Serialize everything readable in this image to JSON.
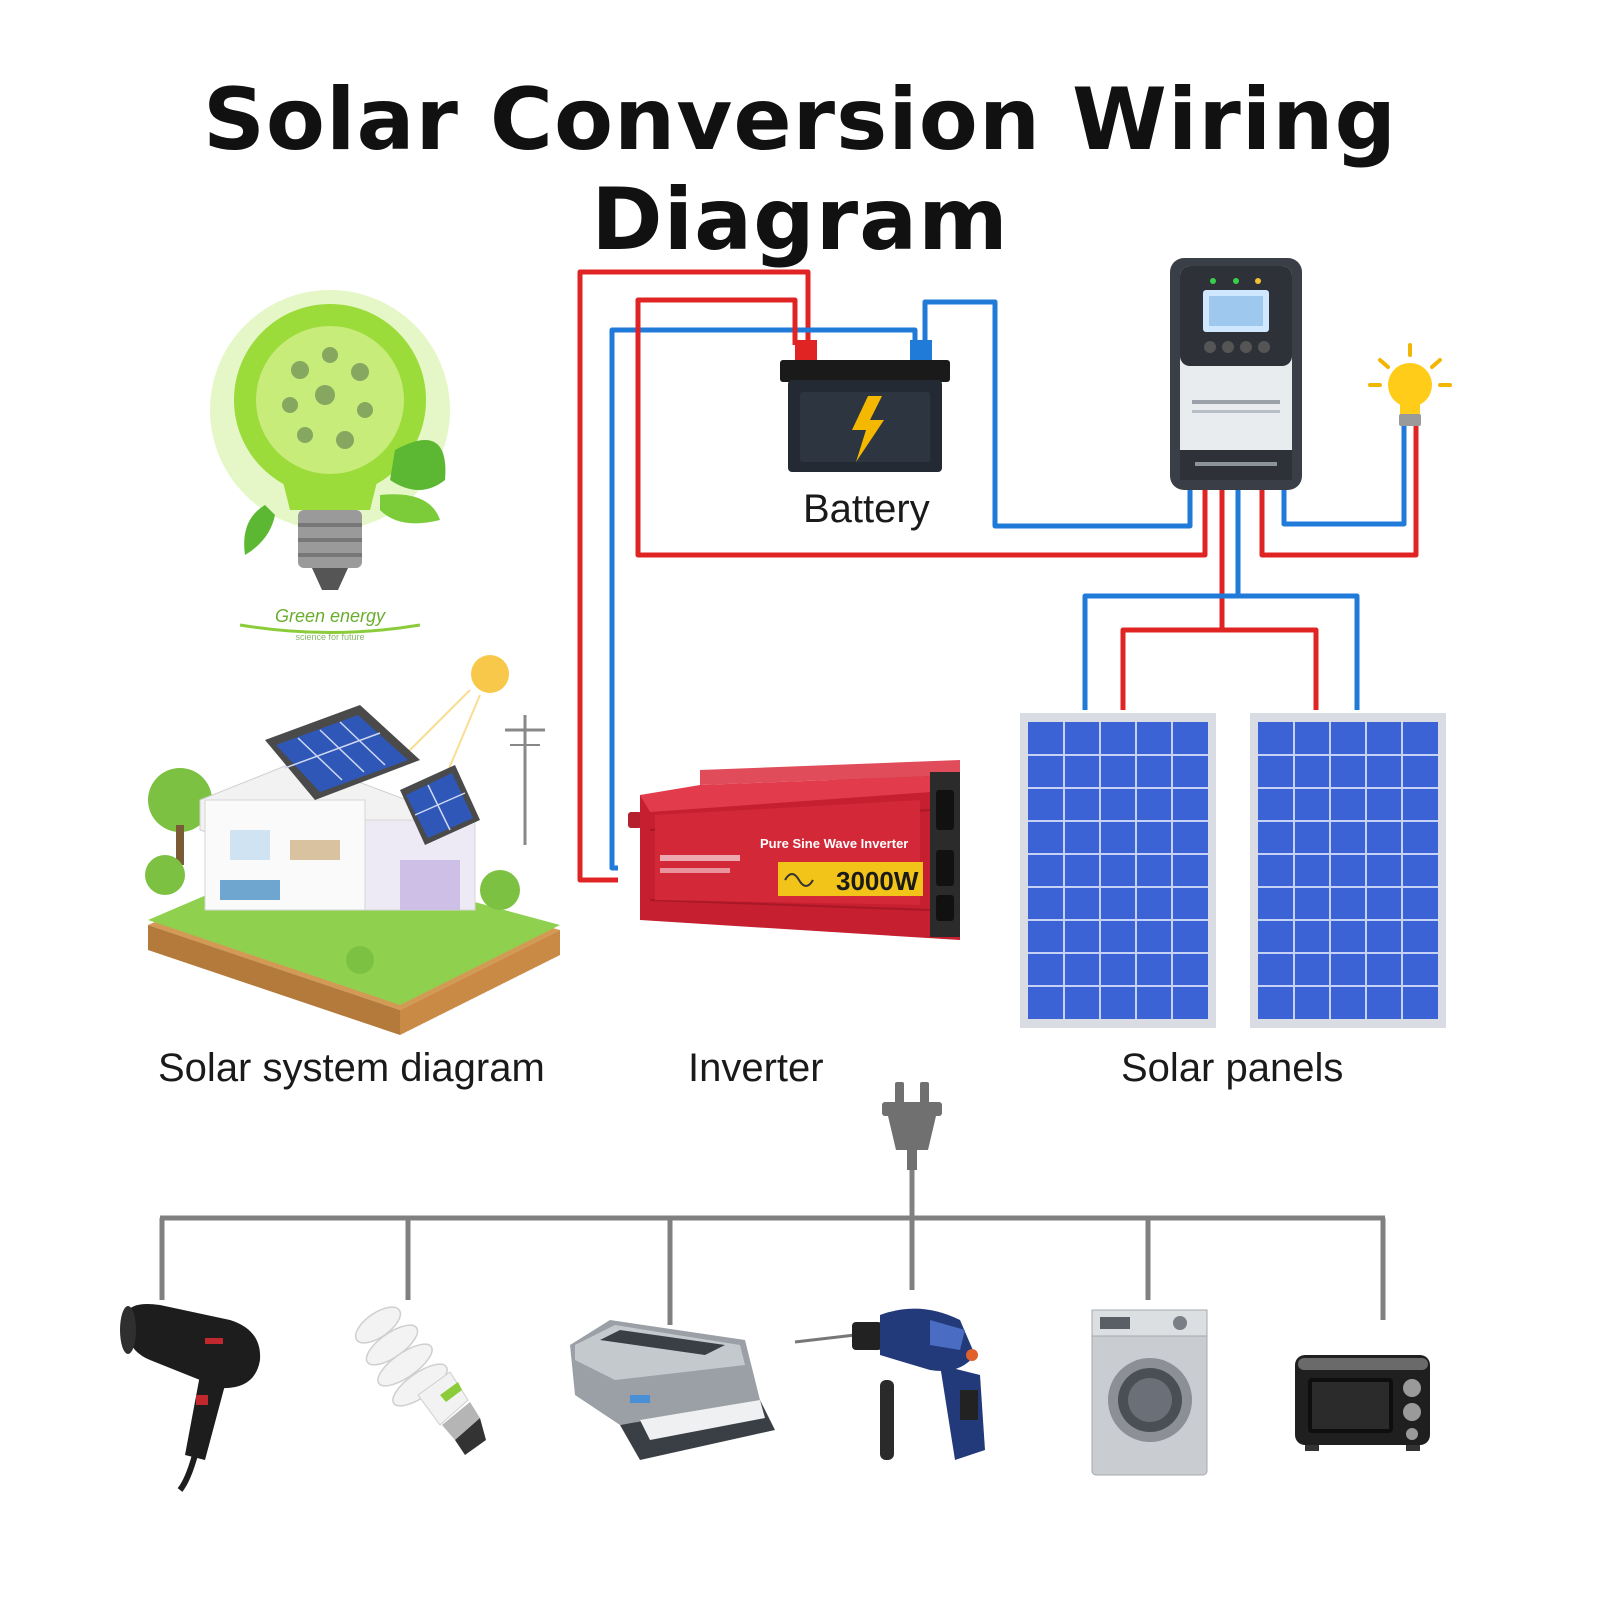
{
  "title": "Solar Conversion Wiring Diagram",
  "labels": {
    "battery": "Battery",
    "solar_system": "Solar system diagram",
    "inverter": "Inverter",
    "solar_panels": "Solar panels"
  },
  "bulb_art": {
    "brand": "Green energy",
    "tagline": "science for future"
  },
  "inverter_face": {
    "heading": "Pure Sine Wave Inverter",
    "power": "3000W"
  },
  "appliances": [
    {
      "icon": "hair-dryer-icon"
    },
    {
      "icon": "cfl-bulb-icon"
    },
    {
      "icon": "printer-icon"
    },
    {
      "icon": "power-drill-icon"
    },
    {
      "icon": "washing-machine-icon"
    },
    {
      "icon": "microwave-oven-icon"
    }
  ],
  "colors": {
    "positive_wire": "#e02424",
    "negative_wire": "#1f7ad8",
    "ac_line": "#808080",
    "panel_cell": "#3b63d6",
    "inverter_body": "#d92b3a",
    "title": "#111111"
  }
}
